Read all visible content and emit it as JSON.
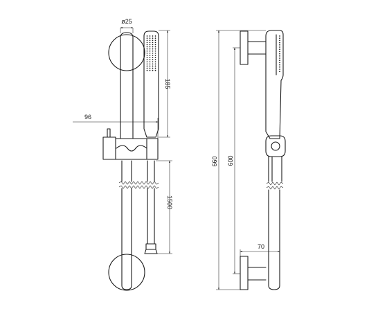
{
  "dimensions": {
    "diameter": "ø25",
    "bracket_offset": "96",
    "handset_length": "185",
    "hose_length": "1500",
    "rail_length": "600",
    "overall_height": "660",
    "projection": "70"
  },
  "colors": {
    "line": "#1a1a1a",
    "background": "#ffffff"
  }
}
